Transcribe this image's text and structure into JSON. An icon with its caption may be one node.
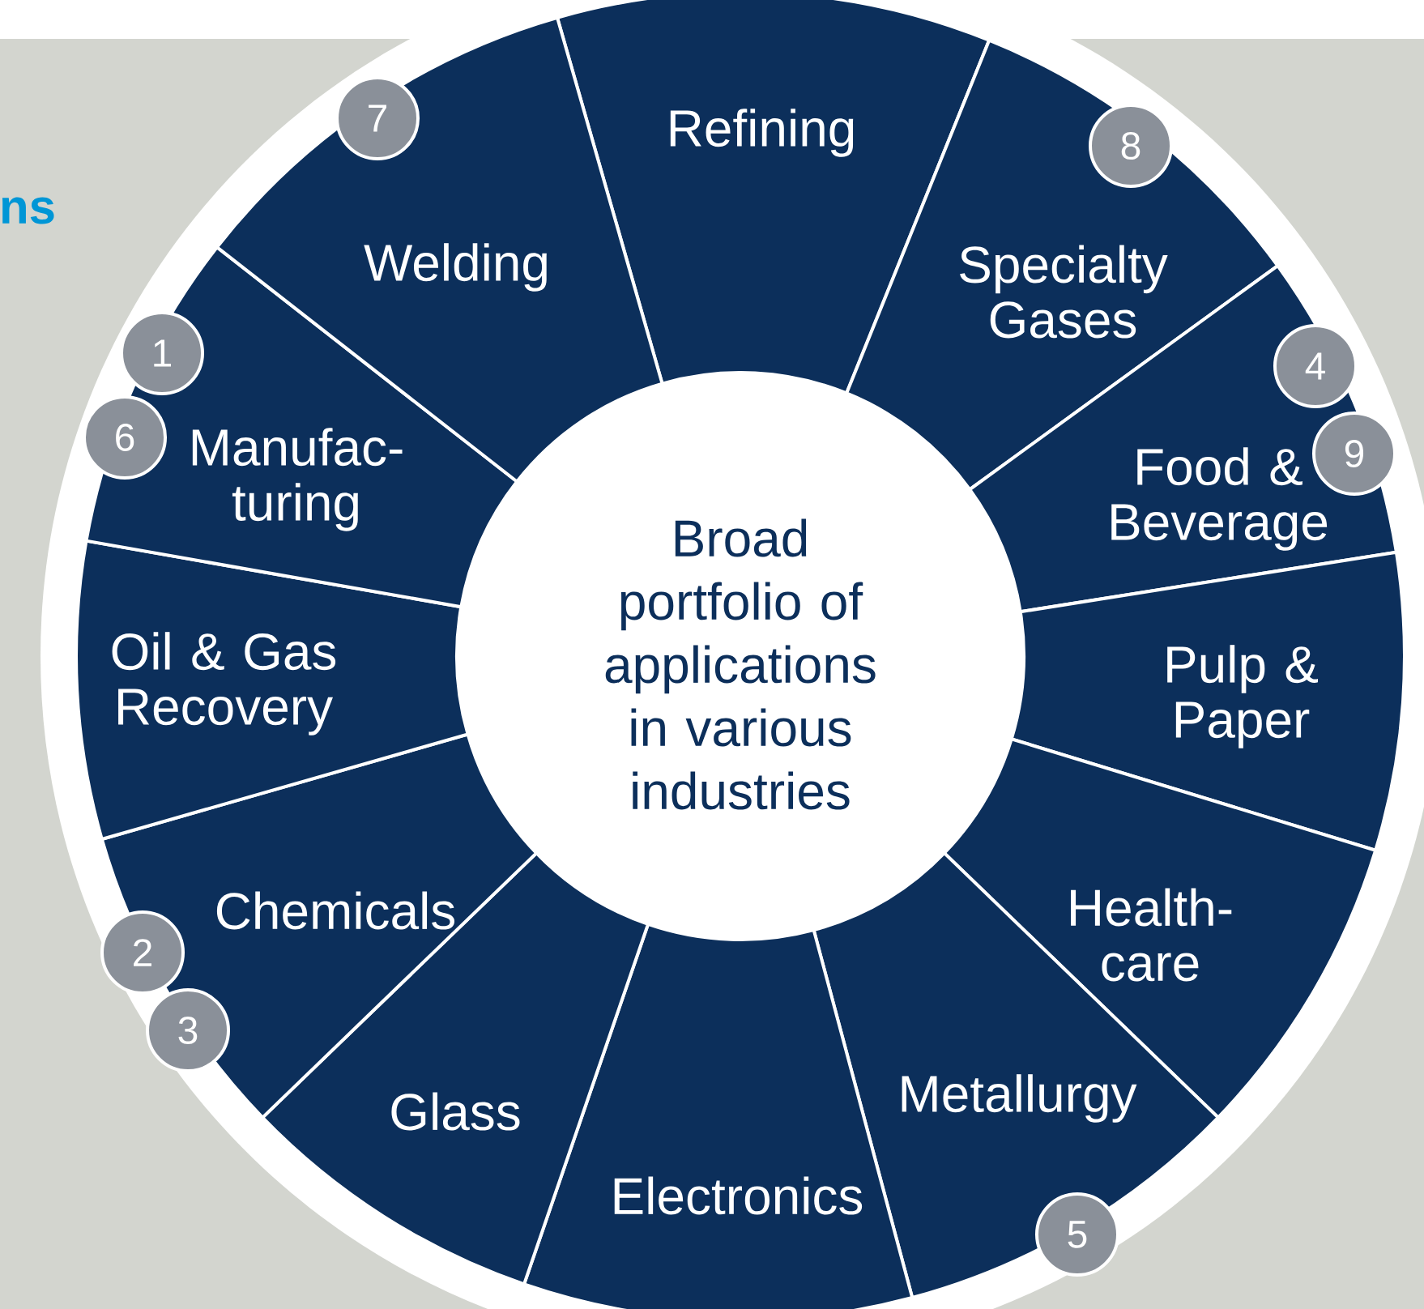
{
  "diagram": {
    "nodes": [
      {
        "text": [
          "Refining"
        ]
      },
      {
        "text": [
          "Specialty Gases"
        ]
      },
      {
        "text": [
          "Food & Beverage"
        ]
      },
      {
        "text": [
          "Pulp & Paper"
        ]
      },
      {
        "text": [
          "Health- care"
        ]
      },
      {
        "text": [
          "Metallurgy"
        ]
      },
      {
        "text": [
          "Electronics"
        ]
      },
      {
        "text": [
          "Glass"
        ]
      },
      {
        "text": [
          "Chemicals"
        ]
      },
      {
        "text": [
          "Oil & Gas Recovery"
        ]
      },
      {
        "text": [
          "Manufac- turing"
        ]
      },
      {
        "text": [
          "Welding"
        ]
      },
      {
        "text": [
          "Broad portfolio of applications in various industries"
        ]
      }
    ],
    "labels": [
      "7",
      "8",
      "ns",
      "1",
      "4",
      "6",
      "9",
      "2",
      "3",
      "5"
    ]
  }
}
